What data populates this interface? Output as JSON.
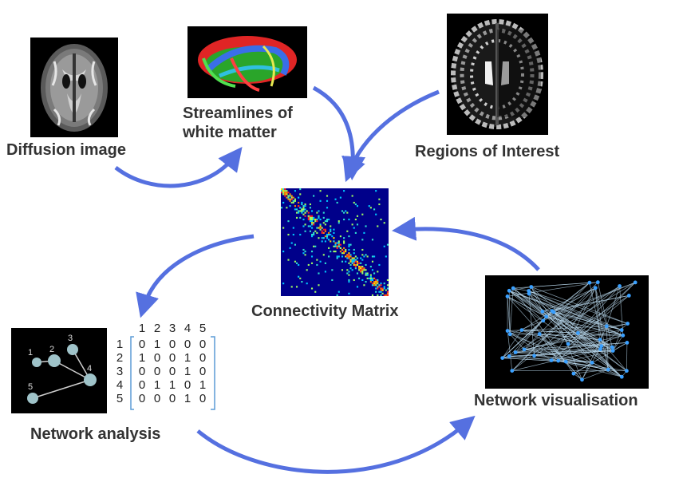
{
  "captions": {
    "diffusion": "Diffusion image",
    "streamlines": "Streamlines of white matter",
    "roi": "Regions of Interest",
    "connectivity": "Connectivity Matrix",
    "network_analysis": "Network analysis",
    "network_vis": "Network visualisation"
  },
  "graph_nodes": [
    "1",
    "2",
    "3",
    "4",
    "5"
  ],
  "adjacency": {
    "col_headers": [
      "1",
      "2",
      "3",
      "4",
      "5"
    ],
    "row_headers": [
      "1",
      "2",
      "3",
      "4",
      "5"
    ],
    "rows": [
      [
        "0",
        "1",
        "0",
        "0",
        "0"
      ],
      [
        "1",
        "0",
        "0",
        "1",
        "0"
      ],
      [
        "0",
        "0",
        "0",
        "1",
        "0"
      ],
      [
        "0",
        "1",
        "1",
        "0",
        "1"
      ],
      [
        "0",
        "0",
        "0",
        "1",
        "0"
      ]
    ]
  },
  "colors": {
    "arrow": "#5570e0",
    "caption": "#333333",
    "bracket": "#5b9bd5"
  }
}
